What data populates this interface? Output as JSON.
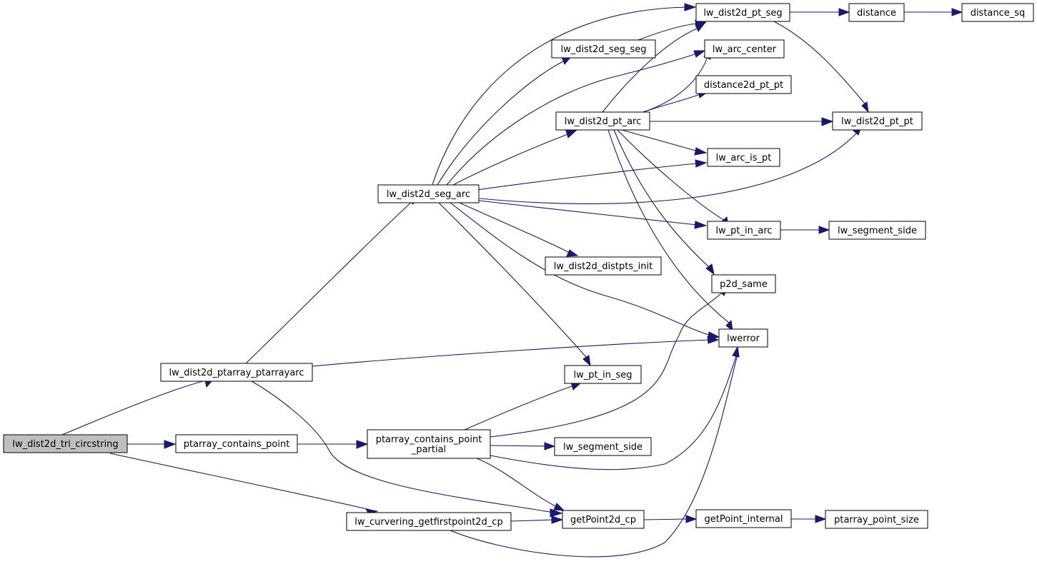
{
  "graph": {
    "colors": {
      "edge": "#191970",
      "root_fill": "#bfbfbf",
      "node_fill": "#ffffff",
      "border": "#000000"
    },
    "nodes": {
      "lw_dist2d_tri_circstring": [
        "lw_dist2d_tri_circstring"
      ],
      "lw_dist2d_ptarray_ptarrayarc": [
        "lw_dist2d_ptarray_ptarrayarc"
      ],
      "ptarray_contains_point": [
        "ptarray_contains_point"
      ],
      "lw_curvering_getfirstpoint2d_cp": [
        "lw_curvering_getfirstpoint2d_cp"
      ],
      "lw_dist2d_seg_arc": [
        "lw_dist2d_seg_arc"
      ],
      "ptarray_contains_point_partial": [
        "ptarray_contains_point",
        "_partial"
      ],
      "lw_dist2d_pt_seg": [
        "lw_dist2d_pt_seg"
      ],
      "lw_dist2d_seg_seg": [
        "lw_dist2d_seg_seg"
      ],
      "lw_arc_center": [
        "lw_arc_center"
      ],
      "distance2d_pt_pt": [
        "distance2d_pt_pt"
      ],
      "lw_dist2d_pt_arc": [
        "lw_dist2d_pt_arc"
      ],
      "lw_arc_is_pt": [
        "lw_arc_is_pt"
      ],
      "lw_pt_in_arc": [
        "lw_pt_in_arc"
      ],
      "lw_dist2d_distpts_init": [
        "lw_dist2d_distpts_init"
      ],
      "p2d_same": [
        "p2d_same"
      ],
      "lwerror": [
        "lwerror"
      ],
      "lw_pt_in_seg": [
        "lw_pt_in_seg"
      ],
      "lw_segment_side": [
        "lw_segment_side"
      ],
      "getPoint2d_cp": [
        "getPoint2d_cp"
      ],
      "distance": [
        "distance"
      ],
      "distance_sq": [
        "distance_sq"
      ],
      "lw_dist2d_pt_pt": [
        "lw_dist2d_pt_pt"
      ],
      "getPoint_internal": [
        "getPoint_internal"
      ],
      "ptarray_point_size": [
        "ptarray_point_size"
      ]
    }
  }
}
